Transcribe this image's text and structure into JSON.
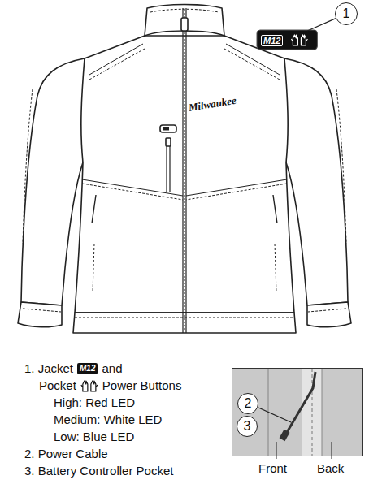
{
  "diagram": {
    "nodes": [
      {
        "text": [
          "M12"
        ]
      },
      {
        "text": [
          "1"
        ]
      },
      {
        "text": [
          "Front",
          "Back"
        ]
      },
      {
        "text": [
          "2"
        ],
        "in": 2
      },
      {
        "text": [
          "3"
        ],
        "in": 2
      }
    ],
    "edges": [
      {
        "from": 1,
        "to": 0,
        "arrow": "none"
      }
    ],
    "labels": [
      "Milwaukee",
      "1. Jacket",
      "M12",
      "and",
      "Pocket",
      "Power Buttons",
      "High: Red LED",
      "Medium: White LED",
      "Low: Blue LED",
      "2. Power Cable",
      "3. Battery Controller Pocket"
    ]
  }
}
